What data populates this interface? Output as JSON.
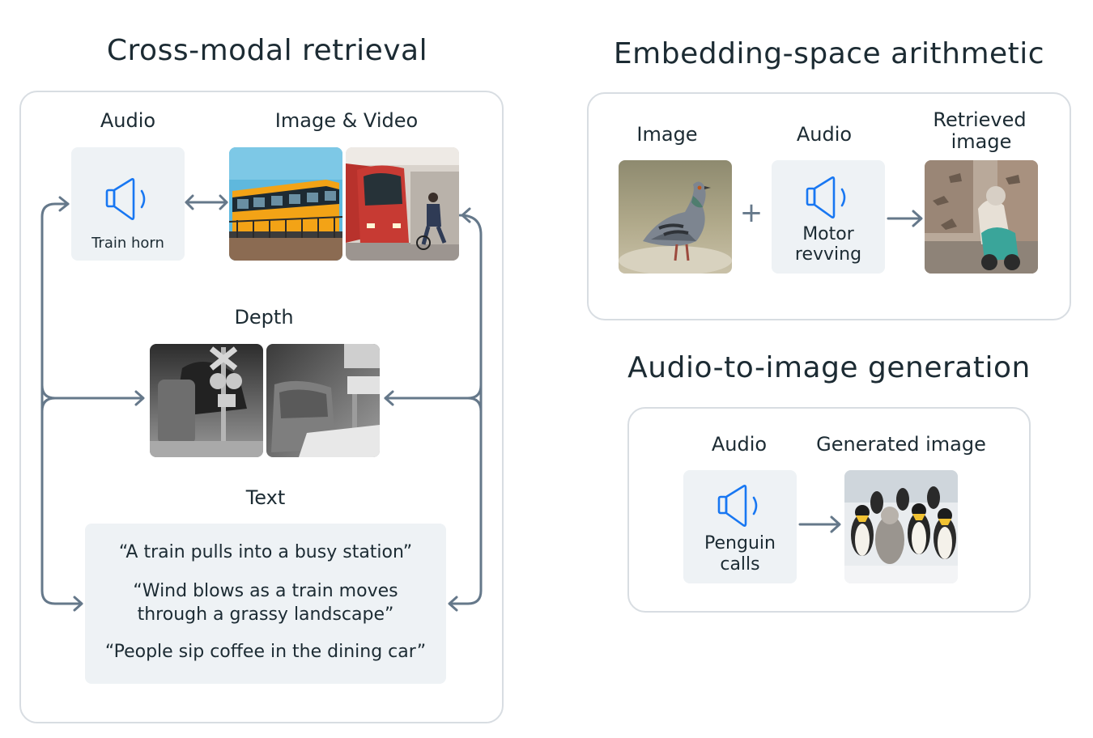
{
  "titles": {
    "cross_modal": "Cross-modal retrieval",
    "arithmetic": "Embedding-space arithmetic",
    "generation": "Audio-to-image generation"
  },
  "cross_modal": {
    "audio_label": "Audio",
    "audio_caption": "Train horn",
    "image_video_label": "Image & Video",
    "depth_label": "Depth",
    "text_label": "Text",
    "texts": [
      "“A train pulls into a busy station”",
      "“Wind blows as a train moves",
      "through a grassy landscape”",
      "“People sip coffee in the dining car”"
    ]
  },
  "arithmetic": {
    "image_label": "Image",
    "audio_label": "Audio",
    "retrieved_label_line1": "Retrieved",
    "retrieved_label_line2": "image",
    "audio_caption_line1": "Motor",
    "audio_caption_line2": "revving",
    "plus": "+"
  },
  "generation": {
    "audio_label": "Audio",
    "generated_label": "Generated image",
    "audio_caption_line1": "Penguin",
    "audio_caption_line2": "calls"
  },
  "colors": {
    "speaker_blue": "#1877f2",
    "arrow_gray": "#65788a",
    "tile_bg": "#eef2f5",
    "panel_border": "#d8dde2"
  },
  "icons": [
    "speaker-icon",
    "double-arrow-icon",
    "arrow-right-icon",
    "plus-icon"
  ]
}
